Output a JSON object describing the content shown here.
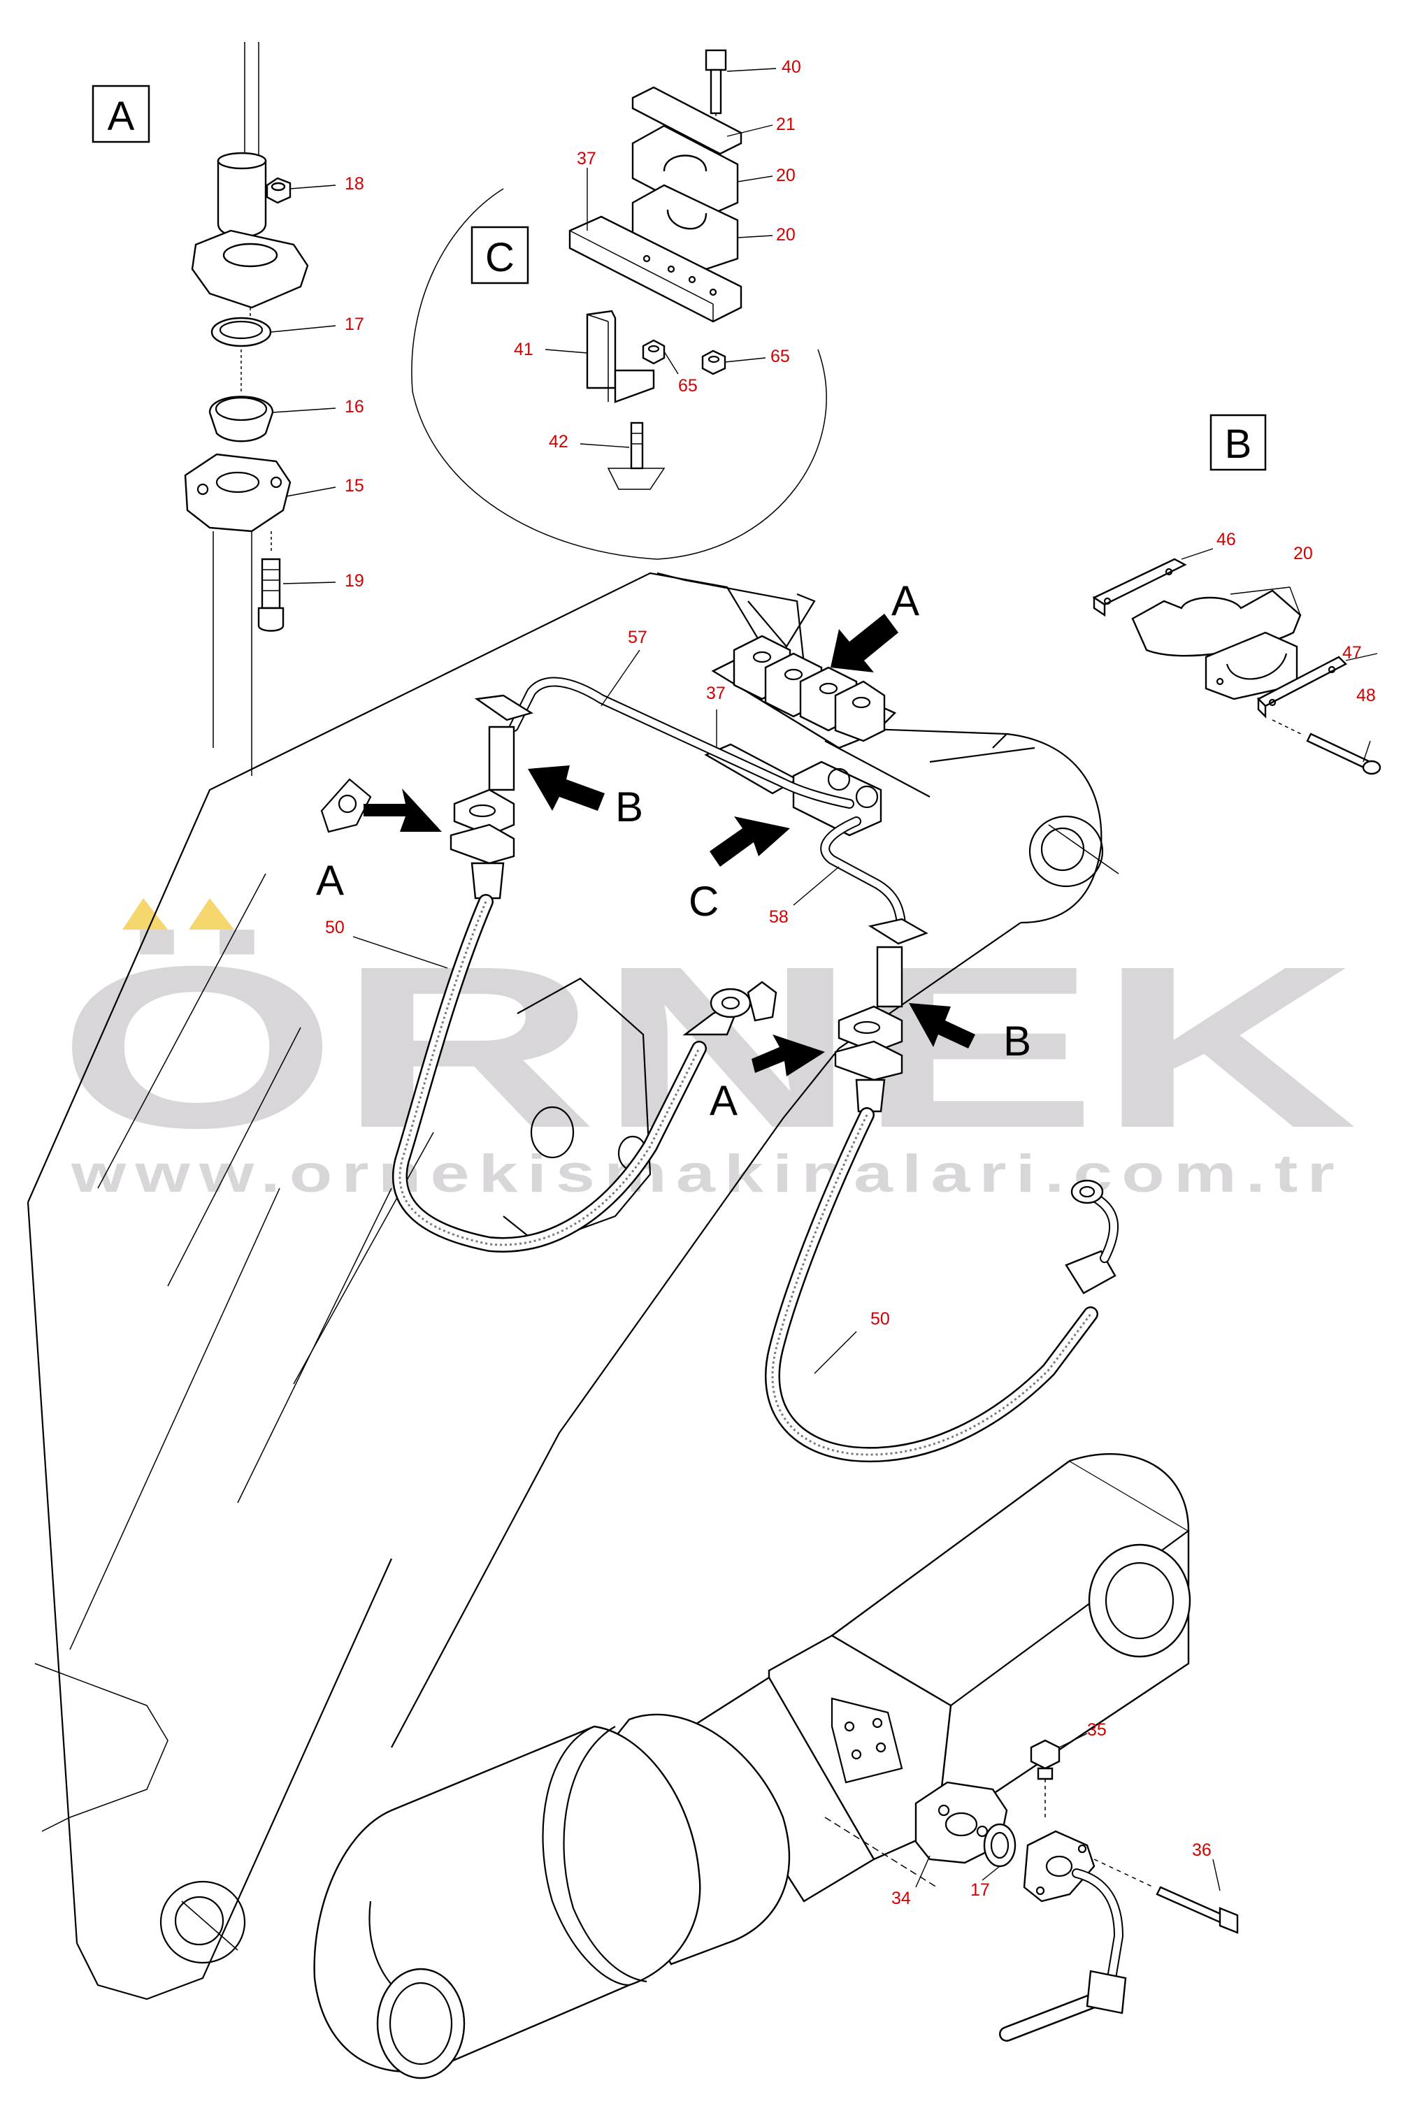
{
  "detail_labels": {
    "a": "A",
    "b": "B",
    "c": "C"
  },
  "direction_labels": {
    "a1": "A",
    "a2": "A",
    "a3": "A",
    "b1": "B",
    "b2": "B",
    "c1": "C"
  },
  "part_numbers": {
    "p18": "18",
    "p17a": "17",
    "p16": "16",
    "p15": "15",
    "p19": "19",
    "p40": "40",
    "p21": "21",
    "p20a": "20",
    "p20b": "20",
    "p37a": "37",
    "p41": "41",
    "p65a": "65",
    "p65b": "65",
    "p42": "42",
    "p46": "46",
    "p20c": "20",
    "p47": "47",
    "p48": "48",
    "p57": "57",
    "p37b": "37",
    "p58": "58",
    "p50a": "50",
    "p50b": "50",
    "p35": "35",
    "p36": "36",
    "p34": "34",
    "p17b": "17"
  },
  "watermark": {
    "brand": "ÖRNEK",
    "url": "www.ornekismakinalari.com.tr",
    "accent_color": "#f5d76e",
    "text_color": "#d9d6da"
  },
  "colors": {
    "part_number": "#d40000",
    "line": "#000000",
    "background": "#ffffff"
  }
}
